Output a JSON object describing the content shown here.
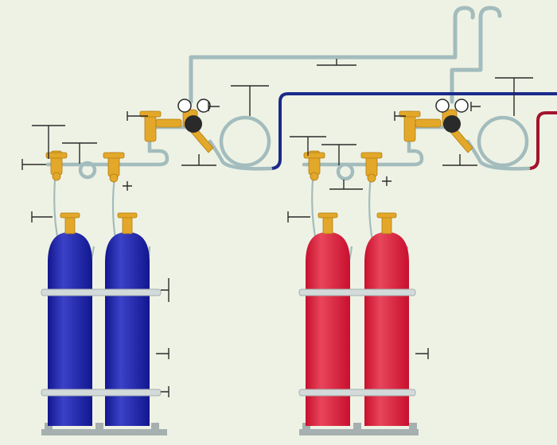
{
  "colors": {
    "background": "#eef2e4",
    "pipe": "#a3bcbd",
    "pipe_light": "#c7d7d6",
    "callout": "#2b2b2b",
    "brass": "#e3a82a",
    "brass_dark": "#b27c12",
    "gauge": "#2a2a2a",
    "rack": "#a6b0b0",
    "rack_light": "#d3dada",
    "blue_cylinder": "#12168f",
    "blue_cylinder_highlight": "#3b42c8",
    "red_cylinder": "#c8102e",
    "red_cylinder_highlight": "#e8455b",
    "blue_outlet_line": "#1b2a8a",
    "red_outlet_line": "#a3132c"
  },
  "icons": {
    "gauge": "pressure-gauge-icon",
    "valve": "cylinder-valve-icon",
    "pigtail": "pigtail-hose-icon"
  },
  "groups": [
    {
      "id": "blue",
      "gas_color": "blue",
      "cylinder_count": 2,
      "gauges_on_regulator": 2
    },
    {
      "id": "red",
      "gas_color": "red",
      "cylinder_count": 2,
      "gauges_on_regulator": 2
    }
  ]
}
